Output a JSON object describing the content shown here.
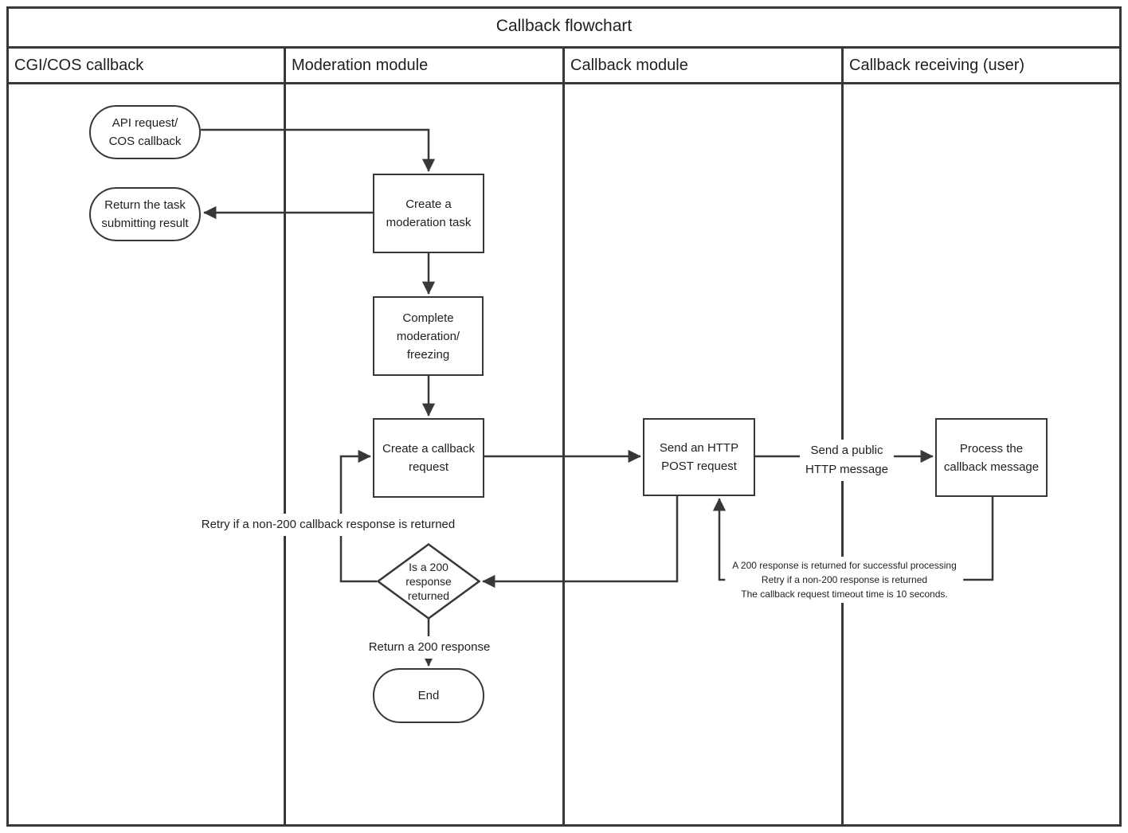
{
  "title": "Callback flowchart",
  "lanes": [
    {
      "label": "CGI/COS callback"
    },
    {
      "label": "Moderation module"
    },
    {
      "label": "Callback module"
    },
    {
      "label": "Callback receiving (user)"
    }
  ],
  "nodes": {
    "api_request": {
      "type": "terminator",
      "text": "API request/\nCOS callback"
    },
    "return_task": {
      "type": "terminator",
      "text": "Return the task\nsubmitting result"
    },
    "create_moderation_task": {
      "type": "process",
      "text": "Create a\nmoderation task"
    },
    "complete_moderation": {
      "type": "process",
      "text": "Complete\nmoderation/\nfreezing"
    },
    "create_callback_request": {
      "type": "process",
      "text": "Create a callback\nrequest"
    },
    "send_http_post": {
      "type": "process",
      "text": "Send an HTTP\nPOST request"
    },
    "process_callback_message": {
      "type": "process",
      "text": "Process the\ncallback message"
    },
    "is_200_response": {
      "type": "decision",
      "text": "Is a 200\nresponse\nreturned"
    },
    "end": {
      "type": "terminator",
      "text": "End"
    }
  },
  "edge_labels": {
    "retry_non_200_callback": "Retry if a non-200 callback response is returned",
    "return_200_response": "Return a 200 response",
    "send_public_http": "Send a public\nHTTP message",
    "callback_note": "A 200 response is returned for successful processing\nRetry if a non-200 response is returned\nThe callback request timeout time is 10 seconds."
  },
  "colors": {
    "stroke": "#383838",
    "text": "#1f1f1f",
    "background": "#ffffff"
  }
}
